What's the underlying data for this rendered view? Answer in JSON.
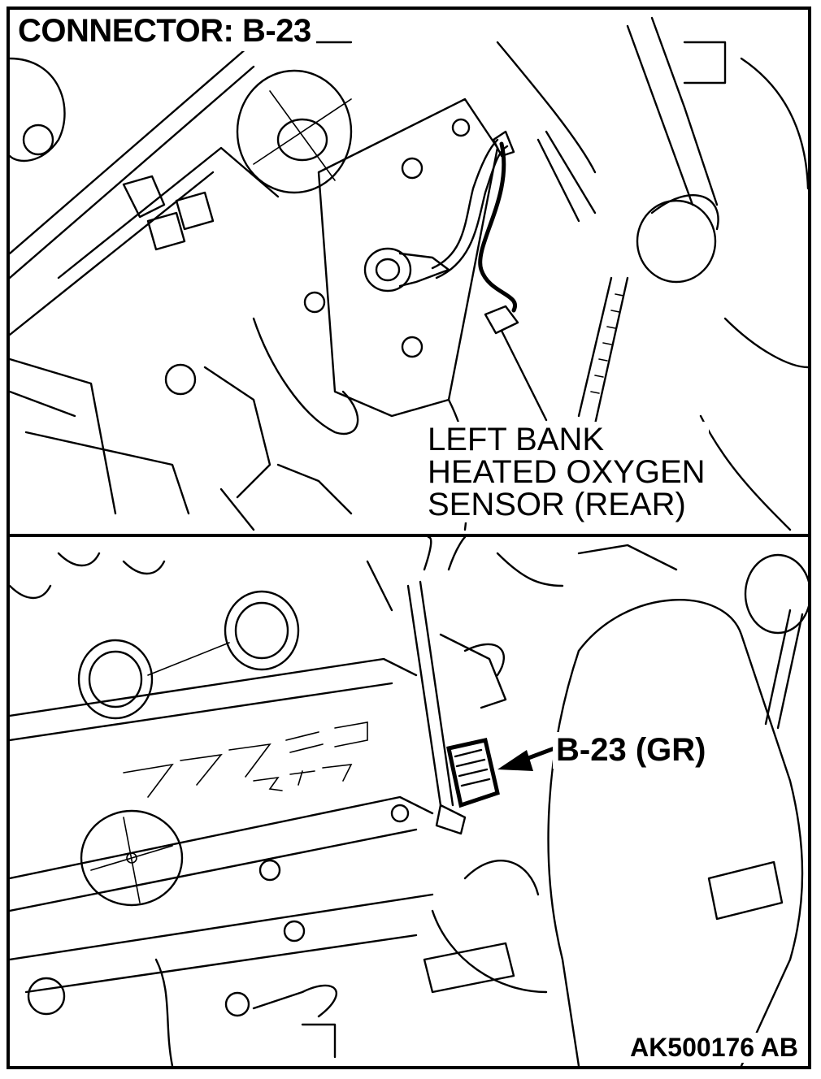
{
  "title": "CONNECTOR: B-23",
  "top_view": {
    "callout_lines": [
      "LEFT BANK",
      "HEATED OXYGEN",
      "SENSOR (REAR)"
    ]
  },
  "bottom_view": {
    "connector_label": "B-23 (GR)"
  },
  "figure_code": "AK500176 AB"
}
